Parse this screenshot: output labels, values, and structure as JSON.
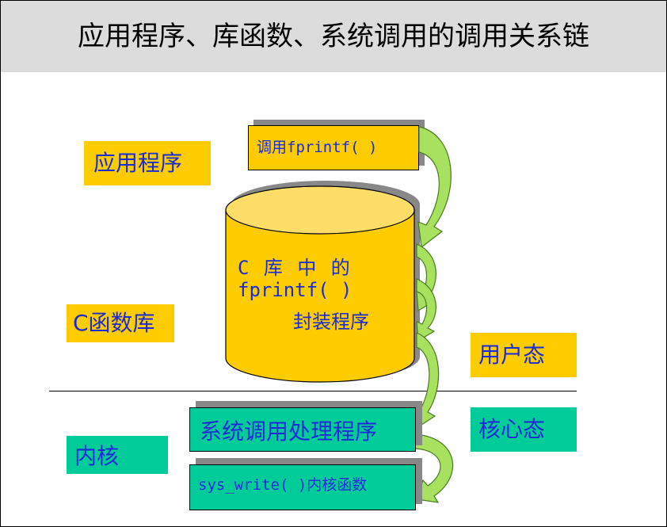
{
  "title": "应用程序、库函数、系统调用的调用关系链",
  "layers": {
    "app": "应用程序",
    "clib": "C函数库",
    "kernel": "内核"
  },
  "modes": {
    "user": "用户态",
    "kernel": "核心态"
  },
  "boxes": {
    "call": "调用fprintf( )",
    "cylinder_line1": "C 库 中 的",
    "cylinder_line2": "fprintf( )",
    "cylinder_line3": "封装程序",
    "syscall_handler": "系统调用处理程序",
    "sys_write": "sys_write( )内核函数"
  },
  "colors": {
    "yellow": "#ffcc00",
    "teal": "#00cc99",
    "text_blue": "#1a2bd6",
    "arrow_green": "#a8e060"
  }
}
